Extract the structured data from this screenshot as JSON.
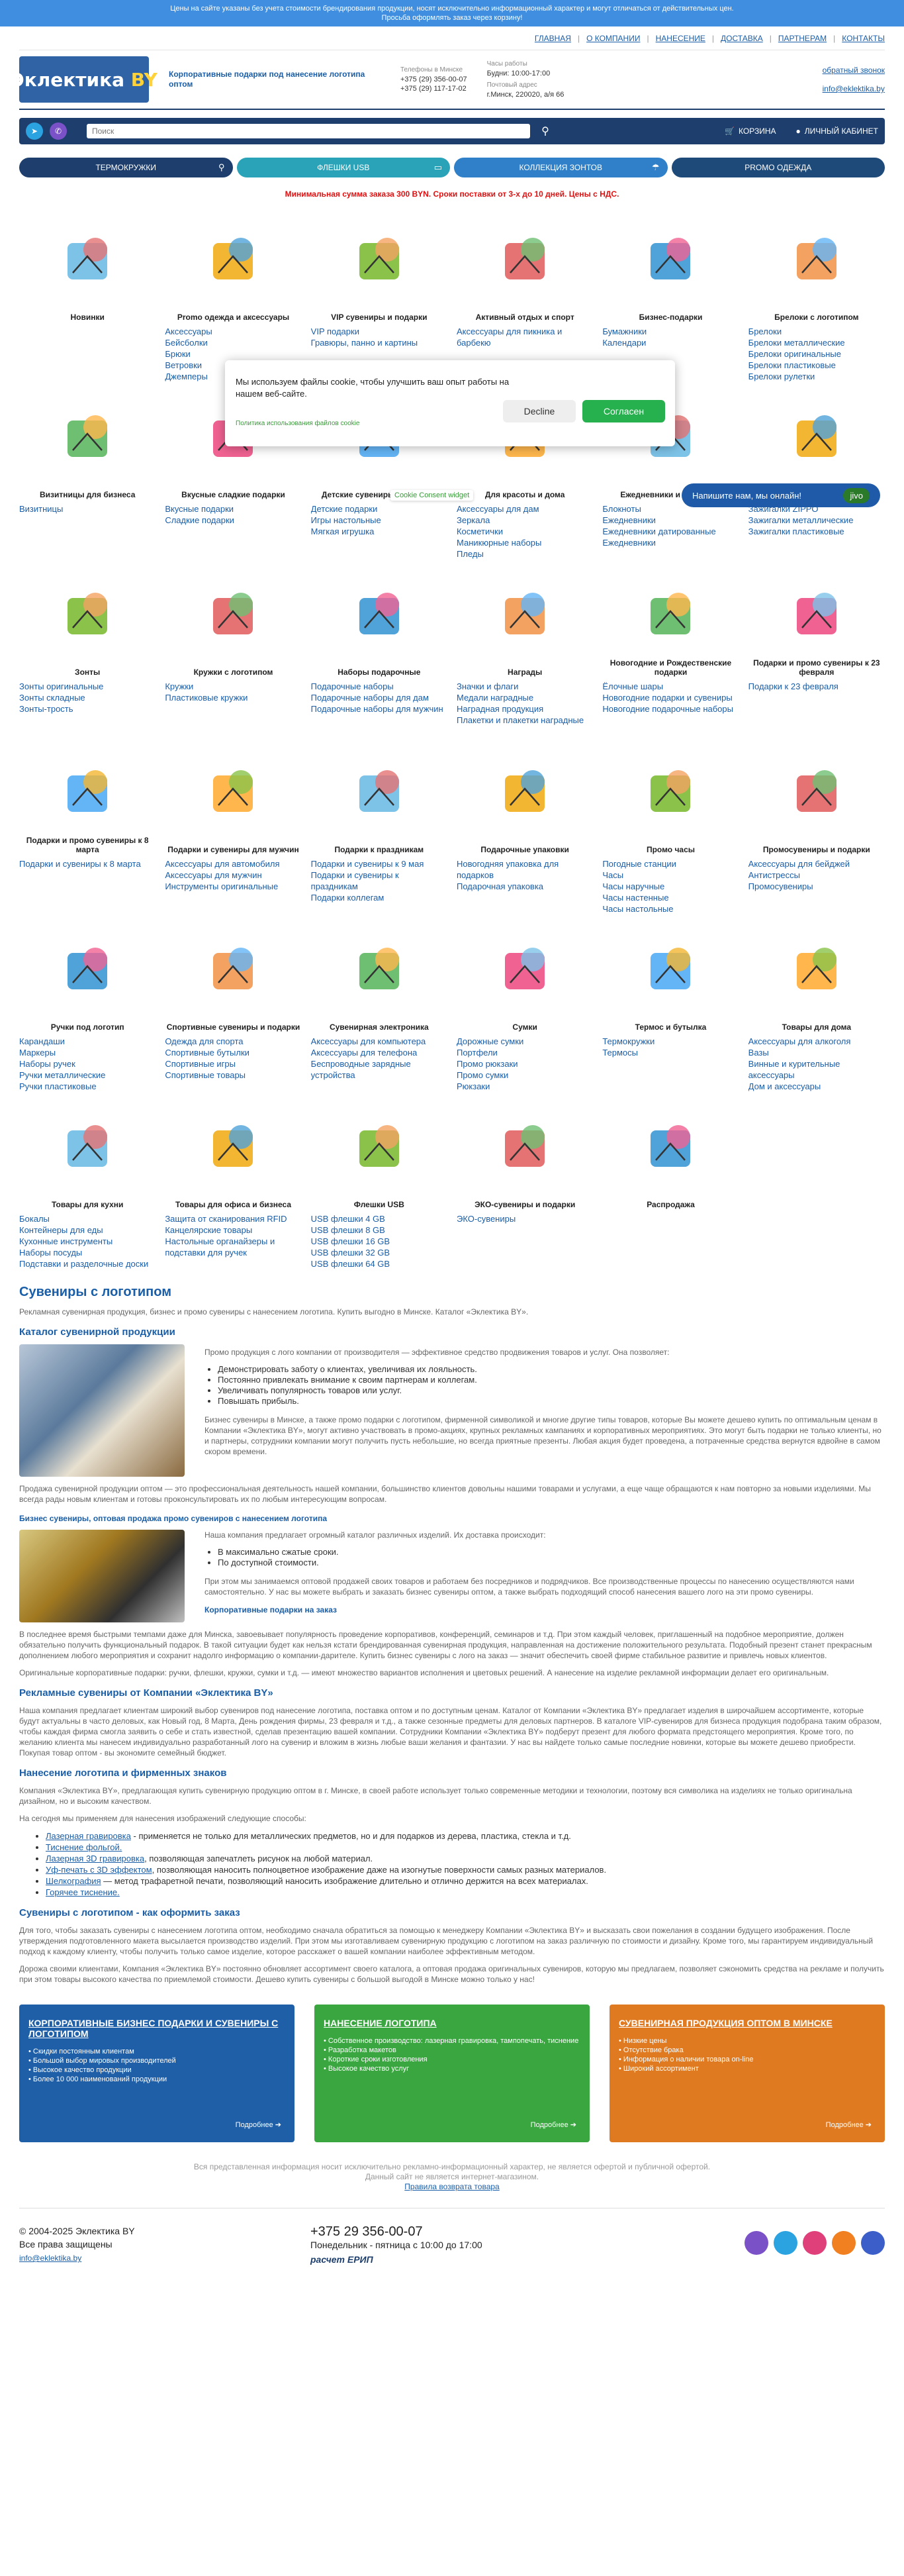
{
  "notice": {
    "line1": "Цены на сайте указаны без учета стоимости брендирования продукции, носят исключительно информационный характер и могут отличаться от действительных цен.",
    "line2": "Просьба оформлять заказ через корзину!"
  },
  "topnav": [
    "ГЛАВНАЯ",
    "О КОМПАНИИ",
    "НАНЕСЕНИЕ",
    "ДОСТАВКА",
    "ПАРТНЕРАМ",
    "КОНТАКТЫ"
  ],
  "header": {
    "logo_main": "Эклектика",
    "logo_suffix": "BY",
    "tagline": "Корпоративные подарки под нанесение логотипа оптом",
    "phones_label": "Телефоны в Минске",
    "phone1": "+375 (29) 356-00-07",
    "phone2": "+375 (29) 117-17-02",
    "hours_label": "Часы работы",
    "hours": "Будни: 10:00-17:00",
    "address_label": "Почтовый адрес",
    "address": "г.Минск, 220020, а/я 66",
    "callback": "обратный звонок",
    "email": "info@eklektika.by"
  },
  "search": {
    "placeholder": "Поиск",
    "cart": "КОРЗИНА",
    "account": "ЛИЧНЫЙ КАБИНЕТ"
  },
  "menu": [
    {
      "label": "ТЕРМОКРУЖКИ",
      "color": "#1e3f6e"
    },
    {
      "label": "ФЛЕШКИ USB",
      "color": "#2aa3b8"
    },
    {
      "label": "КОЛЛЕКЦИЯ ЗОНТОВ",
      "color": "#2f80c8"
    },
    {
      "label": "PROMO ОДЕЖДА",
      "color": "#1e4a7a"
    }
  ],
  "min_order": "Минимальная сумма заказа 300 BYN. Сроки поставки от 3-х до 10 дней. Цены с НДС.",
  "categories": [
    {
      "title": "Новинки",
      "items": [],
      "icon": "new-badge-icon"
    },
    {
      "title": "Promo одежда и аксессуары",
      "items": [
        "Аксессуары",
        "Бейсболки",
        "Брюки",
        "Ветровки",
        "Джемперы"
      ],
      "icon": "tshirt-icon"
    },
    {
      "title": "VIP сувениры и подарки",
      "items": [
        "VIP подарки",
        "Гравюры, панно и картины"
      ],
      "icon": "briefcase-icon"
    },
    {
      "title": "Активный отдых и спорт",
      "items": [
        "Аксессуары для пикника и барбекю"
      ],
      "icon": "beach-icon"
    },
    {
      "title": "Бизнес-подарки",
      "items": [
        "Бумажники",
        "Календари"
      ],
      "icon": "notebook-icon"
    },
    {
      "title": "Брелоки с логотипом",
      "items": [
        "Брелоки",
        "Брелоки металлические",
        "Брелоки оригинальные",
        "Брелоки пластиковые",
        "Брелоки рулетки"
      ],
      "icon": "keychain-icon"
    },
    {
      "title": "Визитницы для бизнеса",
      "items": [
        "Визитницы"
      ],
      "icon": "cardholder-icon"
    },
    {
      "title": "Вкусные сладкие подарки",
      "items": [
        "Вкусные подарки",
        "Сладкие подарки"
      ],
      "icon": "candy-icon"
    },
    {
      "title": "Детские сувениры и подарки",
      "items": [
        "Детские подарки",
        "Игры настольные",
        "Мягкая игрушка"
      ],
      "icon": "toy-icon"
    },
    {
      "title": "Для красоты и дома",
      "items": [
        "Аксессуары для дам",
        "Зеркала",
        "Косметички",
        "Маникюрные наборы",
        "Пледы"
      ],
      "icon": "beauty-icon"
    },
    {
      "title": "Ежедневники и блокноты",
      "items": [
        "Блокноты",
        "Ежедневники",
        "Ежедневники датированные",
        "Ежедневники"
      ],
      "icon": "diary-icon"
    },
    {
      "title": "Зажигалки",
      "items": [
        "Зажигалки ZIPPO",
        "Зажигалки металлические",
        "Зажигалки пластиковые"
      ],
      "icon": "lighter-icon"
    },
    {
      "title": "Зонты",
      "items": [
        "Зонты оригинальные",
        "Зонты складные",
        "Зонты-трость"
      ],
      "icon": "umbrella-icon"
    },
    {
      "title": "Кружки с логотипом",
      "items": [
        "Кружки",
        "Пластиковые кружки"
      ],
      "icon": "mug-icon"
    },
    {
      "title": "Наборы подарочные",
      "items": [
        "Подарочные наборы",
        "Подарочные наборы для дам",
        "Подарочные наборы для мужчин"
      ],
      "icon": "giftset-icon"
    },
    {
      "title": "Награды",
      "items": [
        "Значки и флаги",
        "Медали наградные",
        "Наградная продукция",
        "Плакетки и плакетки наградные"
      ],
      "icon": "award-icon"
    },
    {
      "title": "Новогодние и Рождественские подарки",
      "items": [
        "Ёлочные шары",
        "Новогодние подарки и сувениры",
        "Новогодние подарочные наборы"
      ],
      "icon": "tree-icon"
    },
    {
      "title": "Подарки и промо сувениры к 23 февраля",
      "items": [
        "Подарки к 23 февраля"
      ],
      "icon": "calendar-23-icon"
    },
    {
      "title": "Подарки и промо сувениры к 8 марта",
      "items": [
        "Подарки и сувениры к 8 марта"
      ],
      "icon": "gift-8-icon"
    },
    {
      "title": "Подарки и сувениры для мужчин",
      "items": [
        "Аксессуары для автомобиля",
        "Аксессуары для мужчин",
        "Инструменты оригинальные"
      ],
      "icon": "men-gift-icon"
    },
    {
      "title": "Подарки к праздникам",
      "items": [
        "Подарки и сувениры к 9 мая",
        "Подарки и сувениры к праздникам",
        "Подарки коллегам"
      ],
      "icon": "holiday-calendar-icon"
    },
    {
      "title": "Подарочные упаковки",
      "items": [
        "Новогодняя упаковка для подарков",
        "Подарочная упаковка"
      ],
      "icon": "package-icon"
    },
    {
      "title": "Промо часы",
      "items": [
        "Погодные станции",
        "Часы",
        "Часы наручные",
        "Часы настенные",
        "Часы настольные"
      ],
      "icon": "clock-icon"
    },
    {
      "title": "Промосувениры и подарки",
      "items": [
        "Аксессуары для бейджей",
        "Антистрессы",
        "Промосувениры"
      ],
      "icon": "star-icon"
    },
    {
      "title": "Ручки под логотип",
      "items": [
        "Карандаши",
        "Маркеры",
        "Наборы ручек",
        "Ручки металлические",
        "Ручки пластиковые"
      ],
      "icon": "pen-icon"
    },
    {
      "title": "Спортивные сувениры и подарки",
      "items": [
        "Одежда для спорта",
        "Спортивные бутылки",
        "Спортивные игры",
        "Спортивные товары"
      ],
      "icon": "sport-icon"
    },
    {
      "title": "Сувенирная электроника",
      "items": [
        "Аксессуары для компьютера",
        "Аксессуары для телефона",
        "Беспроводные зарядные устройства"
      ],
      "icon": "electronics-icon"
    },
    {
      "title": "Сумки",
      "items": [
        "Дорожные сумки",
        "Портфели",
        "Промо рюкзаки",
        "Промо сумки",
        "Рюкзаки"
      ],
      "icon": "bag-icon"
    },
    {
      "title": "Термос и бутылка",
      "items": [
        "Термокружки",
        "Термосы"
      ],
      "icon": "thermos-icon"
    },
    {
      "title": "Товары для дома",
      "items": [
        "Аксессуары для алкоголя",
        "Вазы",
        "Винные и курительные аксессуары",
        "Дом и аксессуары"
      ],
      "icon": "house-icon"
    },
    {
      "title": "Товары для кухни",
      "items": [
        "Бокалы",
        "Контейнеры для еды",
        "Кухонные инструменты",
        "Наборы посуды",
        "Подставки и разделочные доски"
      ],
      "icon": "kitchen-icon"
    },
    {
      "title": "Товары для офиса и бизнеса",
      "items": [
        "Защита от сканирования RFID",
        "Канцелярские товары",
        "Настольные органайзеры и подставки для ручек"
      ],
      "icon": "office-icon"
    },
    {
      "title": "Флешки USB",
      "items": [
        "USB флешки 4 GB",
        "USB флешки 8 GB",
        "USB флешки 16 GB",
        "USB флешки 32 GB",
        "USB флешки 64 GB"
      ],
      "icon": "usb-icon"
    },
    {
      "title": "ЭКО-сувениры и подарки",
      "items": [
        "ЭКО-сувениры"
      ],
      "icon": "eco-icon"
    },
    {
      "title": "Распродажа",
      "items": [],
      "icon": "sale-fire-icon"
    }
  ],
  "content": {
    "title": "Сувениры с логотипом",
    "intro": "Рекламная сувенирная продукция, бизнес и промо сувениры с нанесением логотипа. Купить выгодно в Минске. Каталог «Эклектика BY».",
    "catalog_title": "Каталог сувенирной продукции",
    "catalog_p": "Промо продукция с лого компании от производителя — эффективное средство продвижения товаров и услуг. Она позволяет:",
    "catalog_bullets": [
      "Демонстрировать заботу о клиентах, увеличивая их лояльность.",
      "Постоянно привлекать внимание к своим партнерам и коллегам.",
      "Увеличивать популярность товаров или услуг.",
      "Повышать прибыль."
    ],
    "p2": "Бизнес сувениры в Минске, а также промо подарки с логотипом, фирменной символикой и многие другие типы товаров, которые Вы можете дешево купить по оптимальным ценам в Компании «Эклектика BY», могут активно участвовать в промо-акциях, крупных рекламных кампаниях и корпоративных мероприятиях. Это могут быть подарки не только клиенты, но и партнеры, сотрудники компании могут получить пусть небольшие, но всегда приятные презенты. Любая акция будет проведена, а потраченные средства вернутся вдвойне в самом скором времени.",
    "p3": "Продажа сувенирной продукции оптом — это профессиональная деятельность нашей компании, большинство клиентов довольны нашими товарами и услугами, а еще чаще обращаются к нам повторно за новыми изделиями. Мы всегда рады новым клиентам и готовы проконсультировать их по любым интересующим вопросам.",
    "opt_title": "Бизнес сувениры, оптовая продажа промо сувениров с нанесением логотипа",
    "opt_p": "Наша компания предлагает огромный каталог различных изделий. Их доставка происходит:",
    "opt_bullets": [
      "В максимально сжатые сроки.",
      "По доступной стоимости."
    ],
    "opt_p2": "При этом мы занимаемся оптовой продажей своих товаров и работаем без посредников и подрядчиков. Все производственные процессы по нанесению осуществляются нами самостоятельно. У нас вы можете выбрать и заказать бизнес сувениры оптом, а также выбрать подходящий способ нанесения вашего лого на эти промо сувениры.",
    "opt_link": "Корпоративные подарки на заказ",
    "p4": "В последнее время быстрыми темпами даже для Минска, завоевывает популярность проведение корпоративов, конференций, семинаров и т.д. При этом каждый человек, приглашенный на подобное мероприятие, должен обязательно получить функциональный подарок. В такой ситуации будет как нельзя кстати брендированная сувенирная продукция, направленная на достижение положительного результата. Подобный презент станет прекрасным дополнением любого мероприятия и сохранит надолго информацию о компании-дарителе. Купить бизнес сувениры с лого на заказ — значит обеспечить своей фирме стабильное развитие и привлечь новых клиентов.",
    "p5": "Оригинальные корпоративные подарки: ручки, флешки, кружки, сумки и т.д. — имеют множество вариантов исполнения и цветовых решений. А нанесение на изделие рекламной информации делает его оригинальным.",
    "ads_title": "Рекламные сувениры от Компании «Эклектика BY»",
    "ads_p": "Наша компания предлагает клиентам широкий выбор сувениров под нанесение логотипа, поставка оптом и по доступным ценам. Каталог от Компании «Эклектика BY» предлагает изделия в широчайшем ассортименте, которые будут актуальны в часто деловых, как Новый год, 8 Марта, День рождения фирмы, 23 февраля и т.д., а также сезонные предметы для деловых партнеров. В каталоге VIP-сувениров для бизнеса продукция подобрана таким образом, чтобы каждая фирма смогла заявить о себе и стать известной, сделав презентацию вашей компании. Сотрудники Компании «Эклектика BY» подберут презент для любого формата предстоящего мероприятия. Кроме того, по желанию клиента мы нанесем индивидуально разработанный лого на сувенир и вложим в жизнь любые ваши желания и фантазии. У нас вы найдете только самые последние новинки, которые вы можете дешево приобрести. Покупая товар оптом - вы экономите семейный бюджет.",
    "logo_title": "Нанесение логотипа и фирменных знаков",
    "logo_p": "Компания «Эклектика BY», предлагающая купить сувенирную продукцию оптом в г. Минске, в своей работе использует только современные методики и технологии, поэтому вся символика на изделиях не только оригинальна дизайном, но и высоким качеством.",
    "logo_p2": "На сегодня мы применяем для нанесения изображений следующие способы:",
    "methods": [
      {
        "link": "Лазерная гравировка",
        "rest": " - применяется не только для металлических предметов, но и для подарков из дерева, пластика, стекла и т.д."
      },
      {
        "link": "Тиснение фольгой.",
        "rest": ""
      },
      {
        "link": "Лазерная 3D гравировка",
        "rest": ", позволяющая запечатлеть рисунок на любой материал."
      },
      {
        "link": "Уф-печать с 3D эффектом",
        "rest": ", позволяющая наносить полноцветное изображение даже на изогнутые поверхности самых разных материалов."
      },
      {
        "link": "Шелкография",
        "rest": " — метод трафаретной печати, позволяющий наносить изображение длительно и отлично держится на всех материалах."
      },
      {
        "link": "Горячее тиснение.",
        "rest": ""
      }
    ],
    "order_title": "Сувениры с логотипом - как оформить заказ",
    "order_p": "Для того, чтобы заказать сувениры с нанесением логотипа оптом, необходимо сначала обратиться за помощью к менеджеру Компании «Эклектика BY» и высказать свои пожелания в создании будущего изображения. После утверждения подготовленного макета высылается производство изделий. При этом мы изготавливаем сувенирную продукцию с логотипом на заказ различную по стоимости и дизайну. Кроме того, мы гарантируем индивидуальный подход к каждому клиенту, чтобы получить только самое изделие, которое расскажет о вашей компании наиболее эффективным методом.",
    "order_p2": "Дорожа своими клиентами, Компания «Эклектика BY» постоянно обновляет ассортимент своего каталога, а оптовая продажа оригинальных сувениров, которую мы предлагаем, позволяет сэкономить средства на рекламе и получить при этом товары высокого качества по приемлемой стоимости. Дешево купить сувениры с большой выгодой в Минске можно только у нас!"
  },
  "cards": [
    {
      "title": "КОРПОРАТИВНЫЕ БИЗНЕС ПОДАРКИ И СУВЕНИРЫ С ЛОГОТИПОМ",
      "color": "#1f5fa8",
      "items": [
        "Скидки постоянным клиентам",
        "Большой выбор мировых производителей",
        "Высокое качество продукции",
        "Более 10 000 наименований продукции"
      ],
      "more": "Подробнее"
    },
    {
      "title": "НАНЕСЕНИЕ ЛОГОТИПА",
      "color": "#3aa640",
      "items": [
        "Собственное производство: лазерная гравировка, тампопечать, тиснение",
        "Разработка макетов",
        "Короткие сроки изготовления",
        "Высокое качество услуг"
      ],
      "more": "Подробнее"
    },
    {
      "title": "СУВЕНИРНАЯ ПРОДУКЦИЯ ОПТОМ В МИНСКЕ",
      "color": "#e07a20",
      "items": [
        "Низкие цены",
        "Отсутствие брака",
        "Информация о наличии товара on-line",
        "Широкий ассортимент"
      ],
      "more": "Подробнее"
    }
  ],
  "disclaimer": {
    "line1": "Вся представленная информация носит исключительно рекламно-информационный характер, не является офертой и публичной офертой.",
    "line2": "Данный сайт не является интернет-магазином.",
    "link": "Правила возврата товара"
  },
  "footer": {
    "copyright": "© 2004-2025 Эклектика BY",
    "rights": "Все права защищены",
    "email": "info@eklektika.by",
    "phone": "+375 29 356-00-07",
    "hours": "Понедельник - пятница с 10:00 до 17:00",
    "erip": "расчет ЕРИП"
  },
  "cookie": {
    "text": "Мы используем файлы cookie, чтобы улучшить ваш опыт работы на нашем веб-сайте.",
    "policy": "Политика использования файлов cookie",
    "decline": "Decline",
    "accept": "Согласен",
    "widget": "Cookie Consent widget"
  },
  "jivo": {
    "text": "Напишите нам, мы онлайн!",
    "brand": "jivo"
  }
}
